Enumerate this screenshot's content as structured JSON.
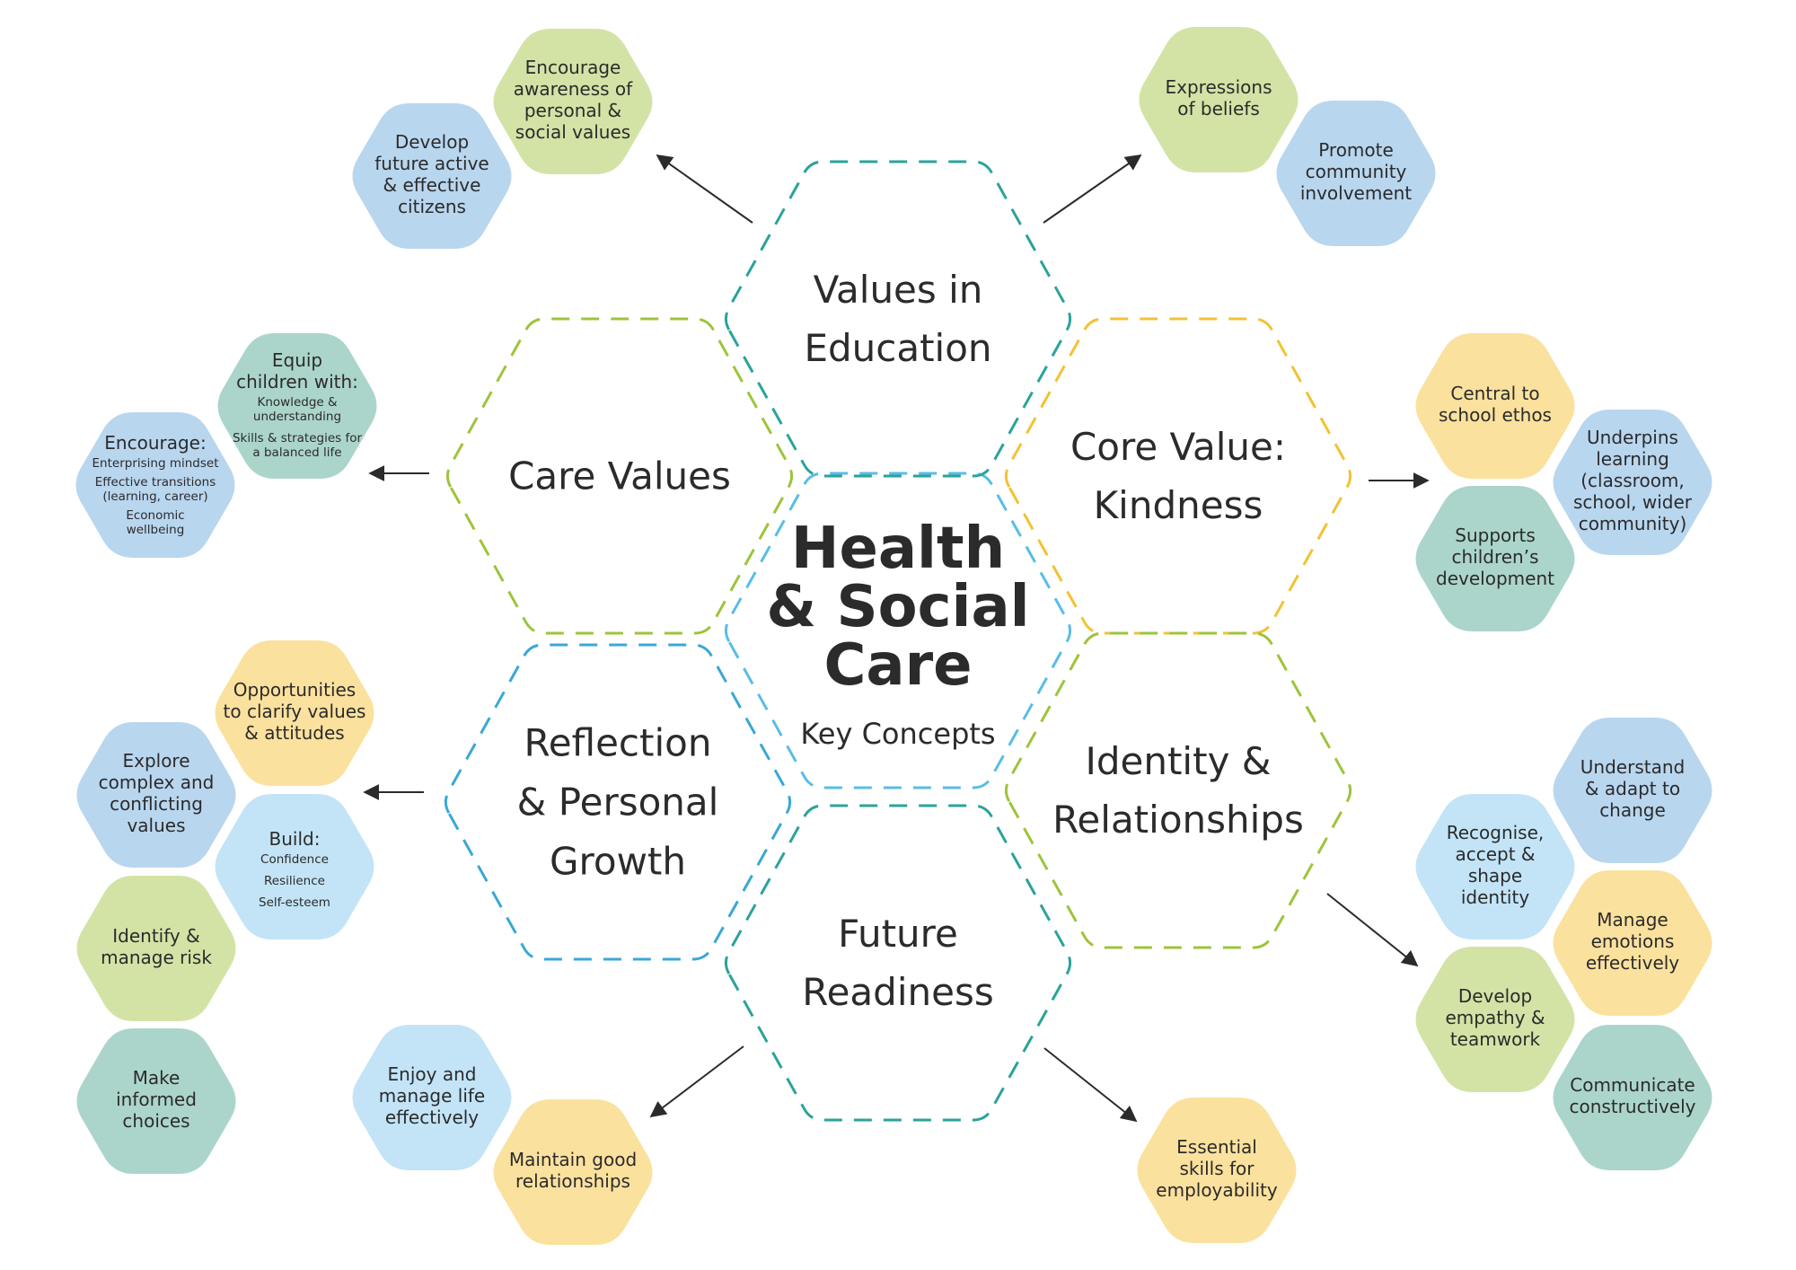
{
  "colors": {
    "teal": "#2aa39a",
    "green": "#9dc43b",
    "yellow": "#f2c233",
    "blue": "#3aa7d6",
    "light_blue": "#59bde6",
    "fill_green": "#d3e3a6",
    "fill_blue": "#b9d6ef",
    "fill_light_blue": "#c3e4f7",
    "fill_teal": "#abd5cb",
    "fill_yellow": "#fbe19e",
    "arrow": "#2b2b2b"
  },
  "center": {
    "title": [
      "Health",
      "& Social",
      "Care"
    ],
    "subtitle": "Key Concepts"
  },
  "big_hexes": [
    {
      "id": "values-in-education",
      "lines": [
        "Values in",
        "Education"
      ]
    },
    {
      "id": "care-values",
      "lines": [
        "Care Values"
      ]
    },
    {
      "id": "core-value-kindness",
      "lines": [
        "Core Value:",
        "Kindness"
      ]
    },
    {
      "id": "reflection-personal-growth",
      "lines": [
        "Reflection",
        "& Personal",
        "Growth"
      ]
    },
    {
      "id": "identity-relationships",
      "lines": [
        "Identity &",
        "Relationships"
      ]
    },
    {
      "id": "future-readiness",
      "lines": [
        "Future",
        "Readiness"
      ]
    }
  ],
  "small_hexes": [
    {
      "id": "encourage-awareness",
      "lines": [
        "Encourage",
        "awareness of",
        "personal &",
        "social values"
      ]
    },
    {
      "id": "develop-citizens",
      "lines": [
        "Develop",
        "future active",
        "& effective",
        "citizens"
      ]
    },
    {
      "id": "expressions-of-beliefs",
      "lines": [
        "Expressions",
        "of beliefs"
      ]
    },
    {
      "id": "promote-community",
      "lines": [
        "Promote",
        "community",
        "involvement"
      ]
    },
    {
      "id": "equip-children",
      "lines": [
        "Equip",
        "children with:"
      ],
      "detail": [
        "Knowledge &",
        "understanding",
        "Skills & strategies for",
        "a balanced life"
      ]
    },
    {
      "id": "encourage",
      "lines": [
        "Encourage:"
      ],
      "detail": [
        "Enterprising mindset",
        "Effective transitions",
        "(learning, career)",
        "Economic",
        "wellbeing"
      ]
    },
    {
      "id": "central-to-ethos",
      "lines": [
        "Central to",
        "school ethos"
      ]
    },
    {
      "id": "underpins-learning",
      "lines": [
        "Underpins",
        "learning",
        "(classroom,",
        "school, wider",
        "community)"
      ]
    },
    {
      "id": "supports-development",
      "lines": [
        "Supports",
        "children’s",
        "development"
      ]
    },
    {
      "id": "opportunities-clarify",
      "lines": [
        "Opportunities",
        "to clarify values",
        "& attitudes"
      ]
    },
    {
      "id": "explore-complex",
      "lines": [
        "Explore",
        "complex and",
        "conflicting",
        "values"
      ]
    },
    {
      "id": "build",
      "lines": [
        "Build:"
      ],
      "detail": [
        "Confidence",
        "Resilience",
        "Self-esteem"
      ]
    },
    {
      "id": "identify-risk",
      "lines": [
        "Identify &",
        "manage risk"
      ]
    },
    {
      "id": "informed-choices",
      "lines": [
        "Make",
        "informed",
        "choices"
      ]
    },
    {
      "id": "understand-adapt",
      "lines": [
        "Understand",
        "& adapt to",
        "change"
      ]
    },
    {
      "id": "recognise-identity",
      "lines": [
        "Recognise,",
        "accept &",
        "shape",
        "identity"
      ]
    },
    {
      "id": "manage-emotions",
      "lines": [
        "Manage",
        "emotions",
        "effectively"
      ]
    },
    {
      "id": "develop-empathy",
      "lines": [
        "Develop",
        "empathy &",
        "teamwork"
      ]
    },
    {
      "id": "communicate",
      "lines": [
        "Communicate",
        "constructively"
      ]
    },
    {
      "id": "enjoy-manage-life",
      "lines": [
        "Enjoy and",
        "manage life",
        "effectively"
      ]
    },
    {
      "id": "maintain-relationships",
      "lines": [
        "Maintain good",
        "relationships"
      ]
    },
    {
      "id": "essential-skills",
      "lines": [
        "Essential",
        "skills for",
        "employability"
      ]
    }
  ]
}
